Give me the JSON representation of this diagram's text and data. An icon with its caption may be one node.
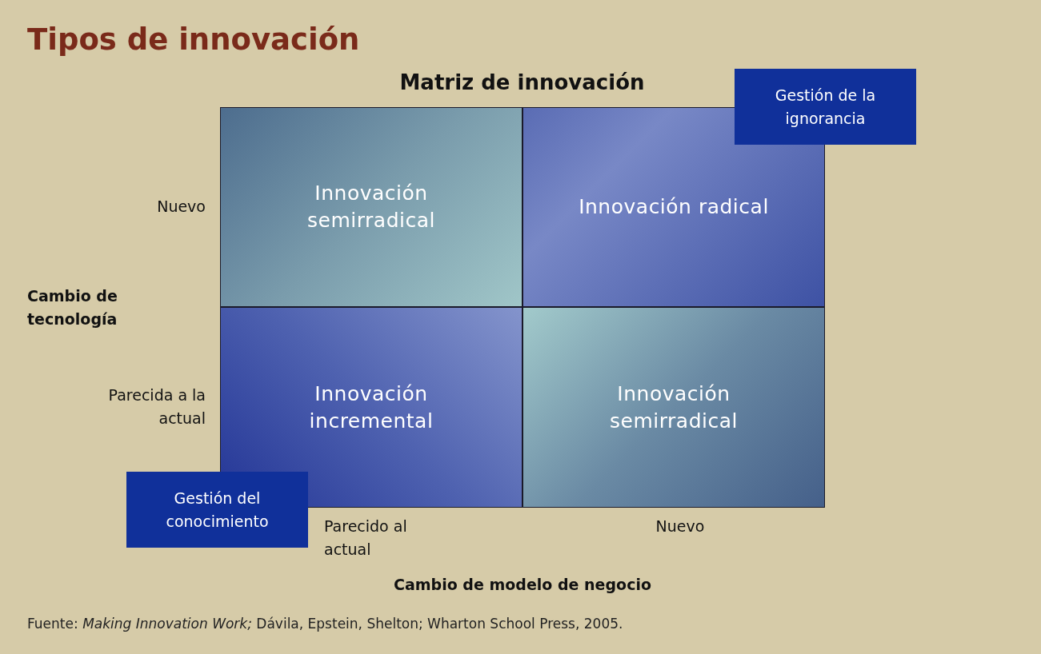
{
  "diagram": {
    "title": "Tipos de innovación",
    "caption": "Fuente: *Making Innovation Work;* Dávila, Epstein, Shelton; Wharton School Press, 2005.",
    "nodes": [
      {
        "text": [
          "Gestión de la ignorancia"
        ]
      },
      {
        "text": [
          "Innovación semirradical"
        ]
      },
      {
        "text": [
          "Innovación radical"
        ]
      },
      {
        "text": [
          "Innovación incremental"
        ]
      },
      {
        "text": [
          "Innovación semirradical"
        ]
      },
      {
        "text": [
          "Gestión del conocimiento"
        ]
      }
    ],
    "edges": [],
    "labels": [
      "Matriz de innovación",
      "Nuevo",
      "Cambio de tecnología",
      "Parecida a la actual",
      "Parecido al actual",
      "Nuevo",
      "Cambio de modelo de negocio"
    ]
  }
}
